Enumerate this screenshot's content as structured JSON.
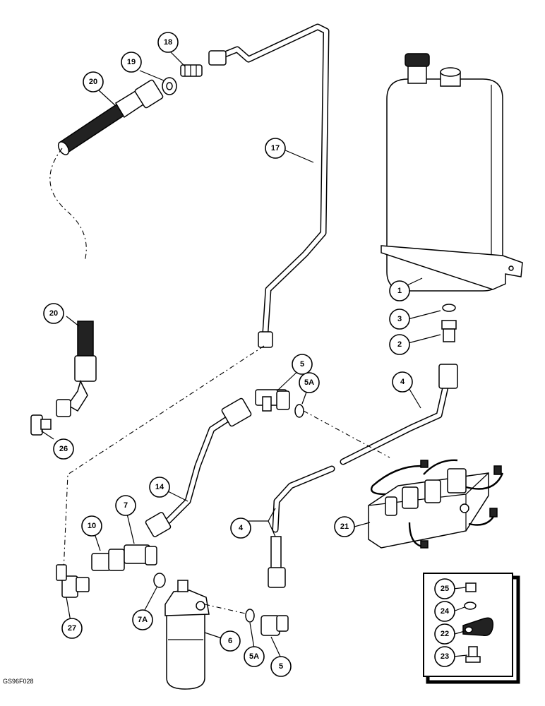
{
  "drawing_code": "GS96F028",
  "callouts": [
    "1",
    "2",
    "3",
    "4",
    "4",
    "5",
    "5",
    "5A",
    "5A",
    "6",
    "7",
    "7A",
    "10",
    "14",
    "17",
    "18",
    "19",
    "20",
    "20",
    "21",
    "22",
    "23",
    "24",
    "25",
    "26",
    "27"
  ]
}
